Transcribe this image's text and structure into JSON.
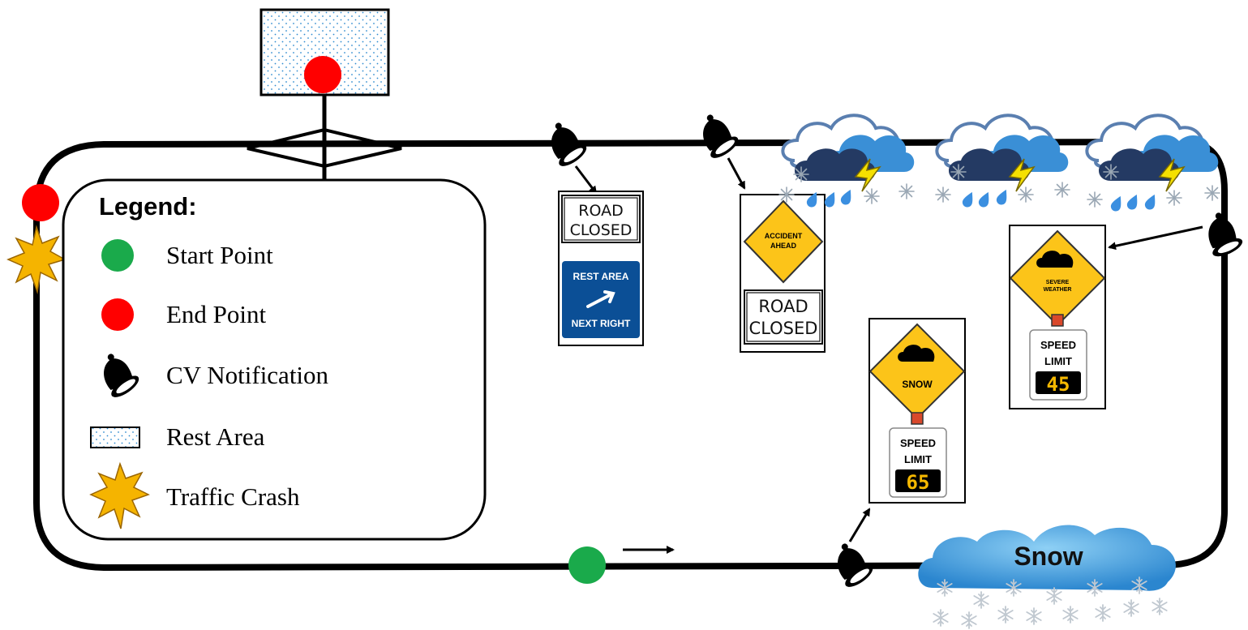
{
  "legend": {
    "title": "Legend:",
    "items": [
      {
        "label": "Start Point",
        "icon": "green-circle",
        "color": "#1aaa4b"
      },
      {
        "label": "End Point",
        "icon": "red-circle",
        "color": "#ff0000"
      },
      {
        "label": "CV Notification",
        "icon": "bell-icon"
      },
      {
        "label": "Rest Area",
        "icon": "dotted-rectangle"
      },
      {
        "label": "Traffic Crash",
        "icon": "explosion-icon",
        "color": "#f5b400"
      }
    ]
  },
  "signs": {
    "road_closed_1": {
      "line1": "ROAD",
      "line2": "CLOSED"
    },
    "rest_area": {
      "line1": "REST AREA",
      "line2": "NEXT RIGHT"
    },
    "accident": {
      "line1": "ACCIDENT",
      "line2": "AHEAD"
    },
    "road_closed_2": {
      "line1": "ROAD",
      "line2": "CLOSED"
    },
    "snow": {
      "label": "SNOW",
      "speed_line1": "SPEED",
      "speed_line2": "LIMIT",
      "speed_value": "65"
    },
    "severe": {
      "line1": "SEVERE",
      "line2": "WEATHER",
      "speed_line1": "SPEED",
      "speed_line2": "LIMIT",
      "speed_value": "45"
    }
  },
  "weather": {
    "snow_cloud_label": "Snow"
  },
  "colors": {
    "start": "#1aaa4b",
    "end": "#ff0000",
    "sign_yellow": "#fcc419",
    "sign_blue": "#0b4f96",
    "cloud_blue": "#3a8fd6",
    "storm_dark": "#243a63",
    "lightning": "#f5e000"
  }
}
